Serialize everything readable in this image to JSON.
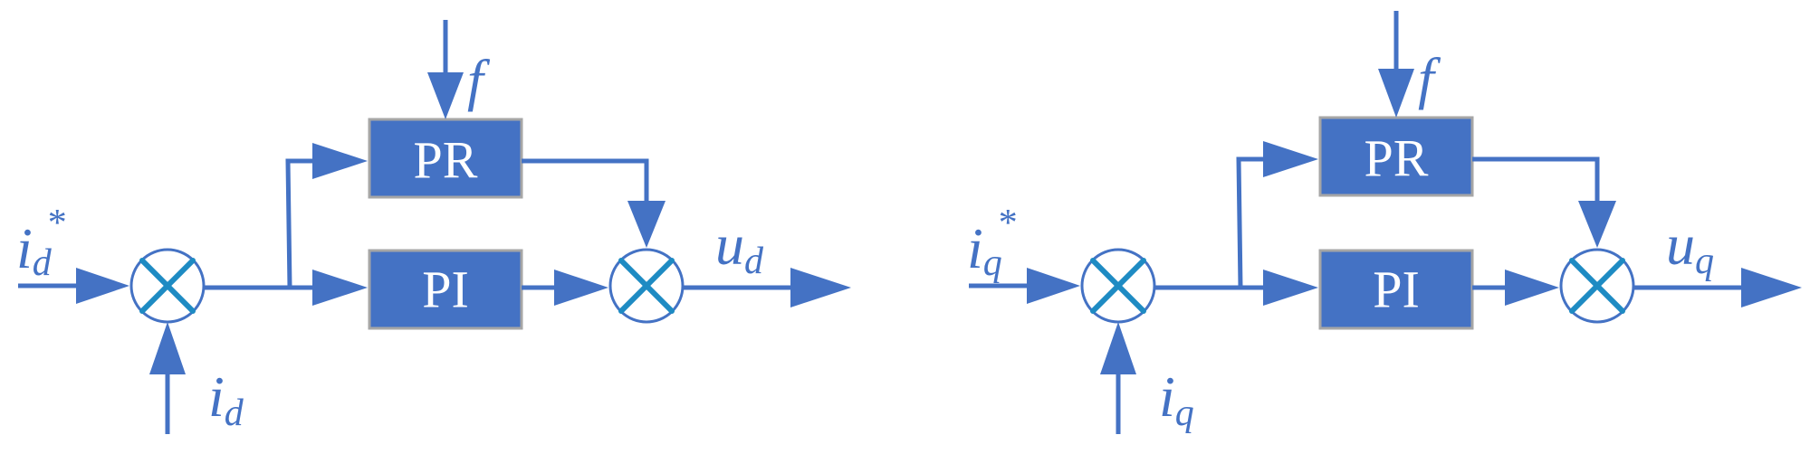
{
  "diagrams": [
    {
      "pr_label": "PR",
      "pi_label": "PI",
      "ref_main": "i",
      "ref_sub": "d",
      "ref_sup": "*",
      "fb_main": "i",
      "fb_sub": "d",
      "f_label": "f",
      "out_main": "u",
      "out_sub": "d"
    },
    {
      "pr_label": "PR",
      "pi_label": "PI",
      "ref_main": "i",
      "ref_sub": "q",
      "ref_sup": "*",
      "fb_main": "i",
      "fb_sub": "q",
      "f_label": "f",
      "out_main": "u",
      "out_sub": "q"
    }
  ],
  "colors": {
    "block_fill": "#4472C4",
    "block_border": "#A6A6A6",
    "line": "#4472C4",
    "sum_cross": "#1E8BC3"
  }
}
